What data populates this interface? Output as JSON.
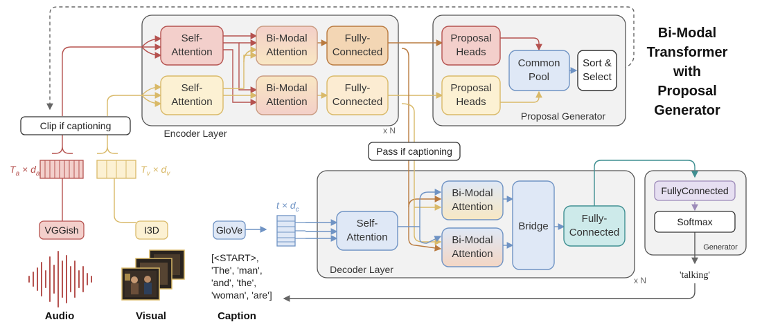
{
  "title": [
    "Bi-Modal",
    "Transformer",
    "with",
    "Proposal",
    "Generator"
  ],
  "encoder": {
    "label": "Encoder Layer",
    "repeat": "x N",
    "self_attention": [
      "Self-",
      "Attention"
    ],
    "bimodal_attention": [
      "Bi-Modal",
      "Attention"
    ],
    "fully_connected": [
      "Fully-",
      "Connected"
    ]
  },
  "proposal_generator": {
    "label": "Proposal Generator",
    "heads": [
      "Proposal",
      "Heads"
    ],
    "common_pool": [
      "Common",
      "Pool"
    ],
    "sort_select": [
      "Sort &",
      "Select"
    ]
  },
  "clip_if_captioning": "Clip if captioning",
  "pass_if_captioning": "Pass if captioning",
  "decoder": {
    "label": "Decoder Layer",
    "repeat": "x N",
    "self_attention": [
      "Self-",
      "Attention"
    ],
    "bimodal_attention": [
      "Bi-Modal",
      "Attention"
    ],
    "bridge": "Bridge",
    "fully_connected": [
      "Fully-",
      "Connected"
    ]
  },
  "generator": {
    "label": "Generator",
    "fully_connected": "FullyConnected",
    "softmax": "Softmax"
  },
  "inputs": {
    "audio_dim": [
      "T",
      "a",
      " × ",
      "d",
      "a"
    ],
    "visual_dim": [
      "T",
      "v",
      " × ",
      "d",
      "v"
    ],
    "caption_dim": [
      "t",
      " × ",
      "d",
      "c"
    ],
    "vggish": "VGGish",
    "i3d": "I3D",
    "glove": "GloVe"
  },
  "caption_tokens": [
    "[<START>,",
    "'The', 'man',",
    "'and', 'the',",
    "'woman', 'are']"
  ],
  "output_word": "'talking'",
  "bottom_labels": {
    "audio": "Audio",
    "visual": "Visual",
    "caption": "Caption"
  },
  "colors": {
    "audio": "#b5524f",
    "visual": "#d9b968",
    "caption": "#6f93c4",
    "mix": "#b97a3f",
    "teal": "#3f8f91",
    "purple": "#9c8ab8"
  }
}
